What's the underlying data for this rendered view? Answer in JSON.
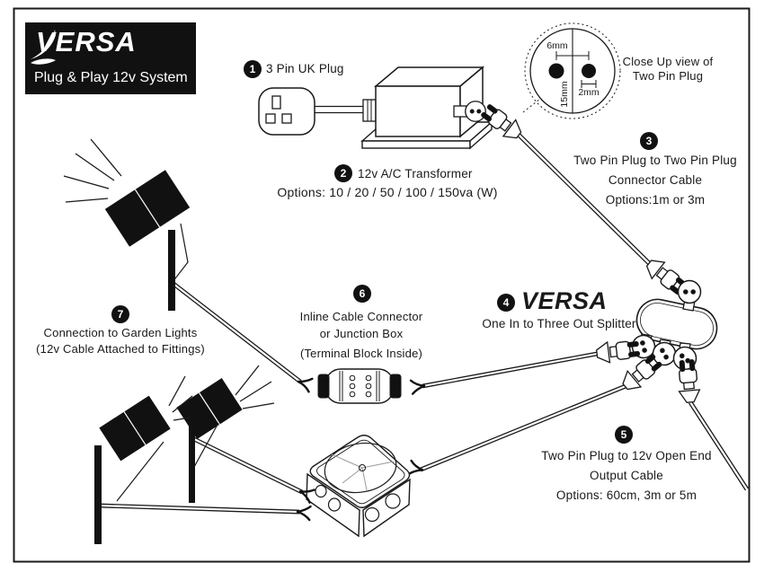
{
  "colors": {
    "ink": "#1a1a1a",
    "paper": "#ffffff",
    "light_fixture": "#111111"
  },
  "logo": {
    "brand": "VERSA",
    "tagline": "Plug & Play 12v System"
  },
  "closeup": {
    "title_line1": "Close Up view of",
    "title_line2": "Two Pin Plug",
    "dim_pin_spacing": "6mm",
    "dim_plug_height": "15mm",
    "dim_pin_width": "2mm"
  },
  "steps": {
    "s1": {
      "num": "1",
      "label": "3 Pin UK Plug"
    },
    "s2": {
      "num": "2",
      "label": "12v A/C Transformer",
      "options": "Options: 10 / 20 / 50 / 100 / 150va (W)"
    },
    "s3": {
      "num": "3",
      "line1": "Two Pin Plug to Two Pin Plug",
      "line2": "Connector Cable",
      "line3": "Options:1m or 3m"
    },
    "s4": {
      "num": "4",
      "brand": "VERSA",
      "label": "One In to Three Out Splitter"
    },
    "s5": {
      "num": "5",
      "line1": "Two Pin Plug to 12v Open End",
      "line2": "Output Cable",
      "line3": "Options: 60cm, 3m or 5m"
    },
    "s6": {
      "num": "6",
      "line1": "Inline Cable Connector",
      "line2": "or Junction Box",
      "line3": "(Terminal Block Inside)"
    },
    "s7": {
      "num": "7",
      "line1": "Connection to Garden Lights",
      "line2": "(12v Cable Attached to Fittings)"
    }
  }
}
